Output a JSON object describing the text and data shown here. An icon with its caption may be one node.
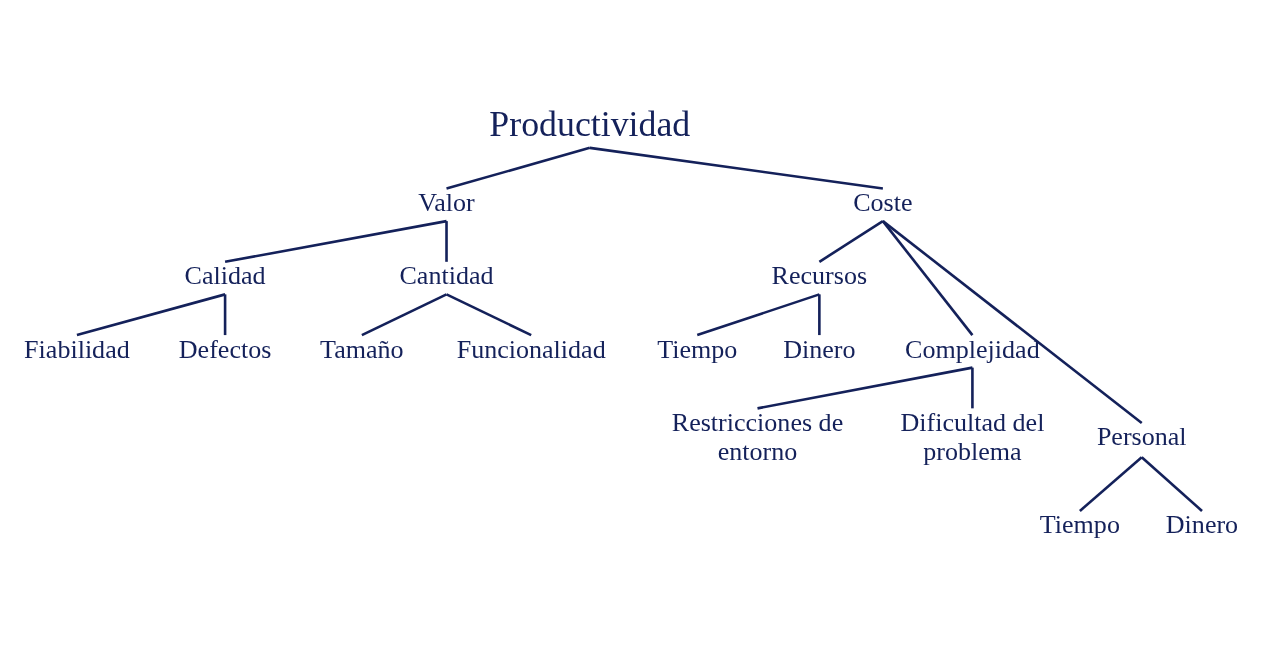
{
  "diagram": {
    "nodes": [
      {
        "text": [
          "Productividad"
        ]
      },
      {
        "text": [
          "Valor"
        ]
      },
      {
        "text": [
          "Coste"
        ]
      },
      {
        "text": [
          "Calidad"
        ]
      },
      {
        "text": [
          "Cantidad"
        ]
      },
      {
        "text": [
          "Recursos"
        ]
      },
      {
        "text": [
          "Fiabilidad"
        ]
      },
      {
        "text": [
          "Defectos"
        ]
      },
      {
        "text": [
          "Tiempo"
        ]
      },
      {
        "text": [
          "Dinero"
        ]
      },
      {
        "text": [
          "Tamaño"
        ]
      },
      {
        "text": [
          "Funcionalidad"
        ]
      },
      {
        "text": [
          "Complejidad"
        ]
      },
      {
        "text": [
          "Personal"
        ]
      },
      {
        "text": [
          "Restricciones de entorno"
        ]
      },
      {
        "text": [
          "Dificultad del problema"
        ]
      },
      {
        "text": [
          "Tiempo"
        ]
      },
      {
        "text": [
          "Dinero"
        ]
      }
    ],
    "edges": [
      {
        "from": 0,
        "to": 1,
        "arrow": "none"
      },
      {
        "from": 0,
        "to": 2,
        "arrow": "none"
      },
      {
        "from": 1,
        "to": 3,
        "arrow": "none"
      },
      {
        "from": 1,
        "to": 4,
        "arrow": "none"
      },
      {
        "from": 3,
        "to": 6,
        "arrow": "none"
      },
      {
        "from": 3,
        "to": 7,
        "arrow": "none"
      },
      {
        "from": 4,
        "to": 10,
        "arrow": "none"
      },
      {
        "from": 4,
        "to": 11,
        "arrow": "none"
      },
      {
        "from": 2,
        "to": 13,
        "arrow": "none"
      },
      {
        "from": 2,
        "to": 5,
        "arrow": "none"
      },
      {
        "from": 2,
        "to": 12,
        "arrow": "none"
      },
      {
        "from": 5,
        "to": 8,
        "arrow": "none"
      },
      {
        "from": 5,
        "to": 9,
        "arrow": "none"
      },
      {
        "from": 13,
        "to": 16,
        "arrow": "none"
      },
      {
        "from": 13,
        "to": 17,
        "arrow": "none"
      },
      {
        "from": 12,
        "to": 14,
        "arrow": "none"
      },
      {
        "from": 12,
        "to": 15,
        "arrow": "none"
      }
    ]
  }
}
